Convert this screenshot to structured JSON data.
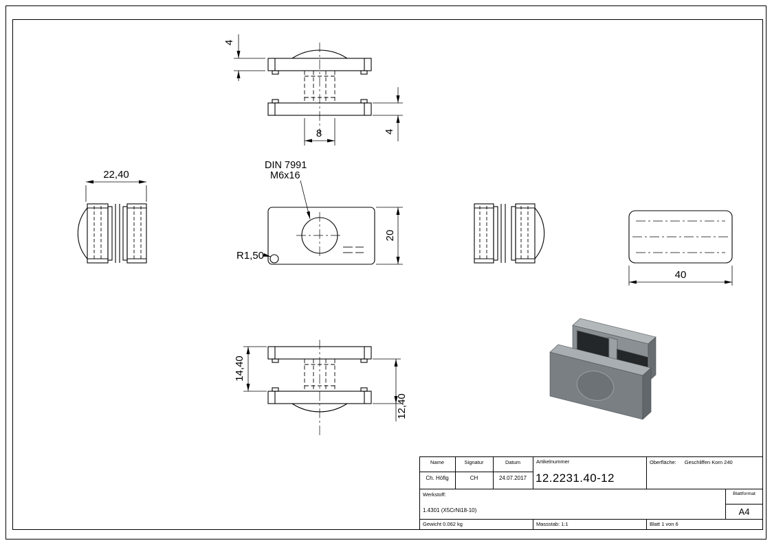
{
  "page": {
    "background": "#ffffff",
    "line_color": "#000000"
  },
  "views": {
    "top_view": {
      "dim_plate_thickness_top": "4",
      "dim_web_width": "8",
      "dim_plate_thickness_bottom": "4"
    },
    "side_view_left": {
      "dim_overall_depth": "22,40"
    },
    "front_view": {
      "screw_note_line1": "DIN 7991",
      "screw_note_line2": "M6x16",
      "dim_corner_radius": "R1,50",
      "dim_height": "20"
    },
    "back_view": {
      "dim_width": "40"
    },
    "bottom_view": {
      "dim_outer_gap": "14,40",
      "dim_inner_gap": "12,40"
    }
  },
  "title_block": {
    "header_name": "Name",
    "header_signatur": "Signatur",
    "header_datum": "Datum",
    "header_artikelnummer": "Artikelnummer",
    "oberflaeche_label": "Oberfläche:",
    "oberflaeche_value": "Geschliffen Korn 240",
    "value_name": "Ch. Höfig",
    "value_signatur": "CH",
    "value_datum": "24.07.2017",
    "value_artikelnummer": "12.2231.40-12",
    "werkstoff_label": "Werkstoff:",
    "werkstoff_value": "1.4301 (X5CrNi18-10)",
    "blattformat_label": "Blattformat",
    "blattformat_value": "A4",
    "gewicht": "Gewicht 0.062 kg",
    "massstab": "Massstab: 1:1",
    "blatt": "Blatt 1 von 6"
  },
  "colors": {
    "iso_back_top": "#b3b8bb",
    "iso_back_face": "#8b9094",
    "iso_back_side": "#686d71",
    "iso_web": "#9ba0a4",
    "iso_pad": "#24272a",
    "iso_front_top": "#a9aeb2",
    "iso_front_face": "#7a7f83",
    "iso_front_side": "#62676b",
    "iso_screw": "#6d7276"
  }
}
